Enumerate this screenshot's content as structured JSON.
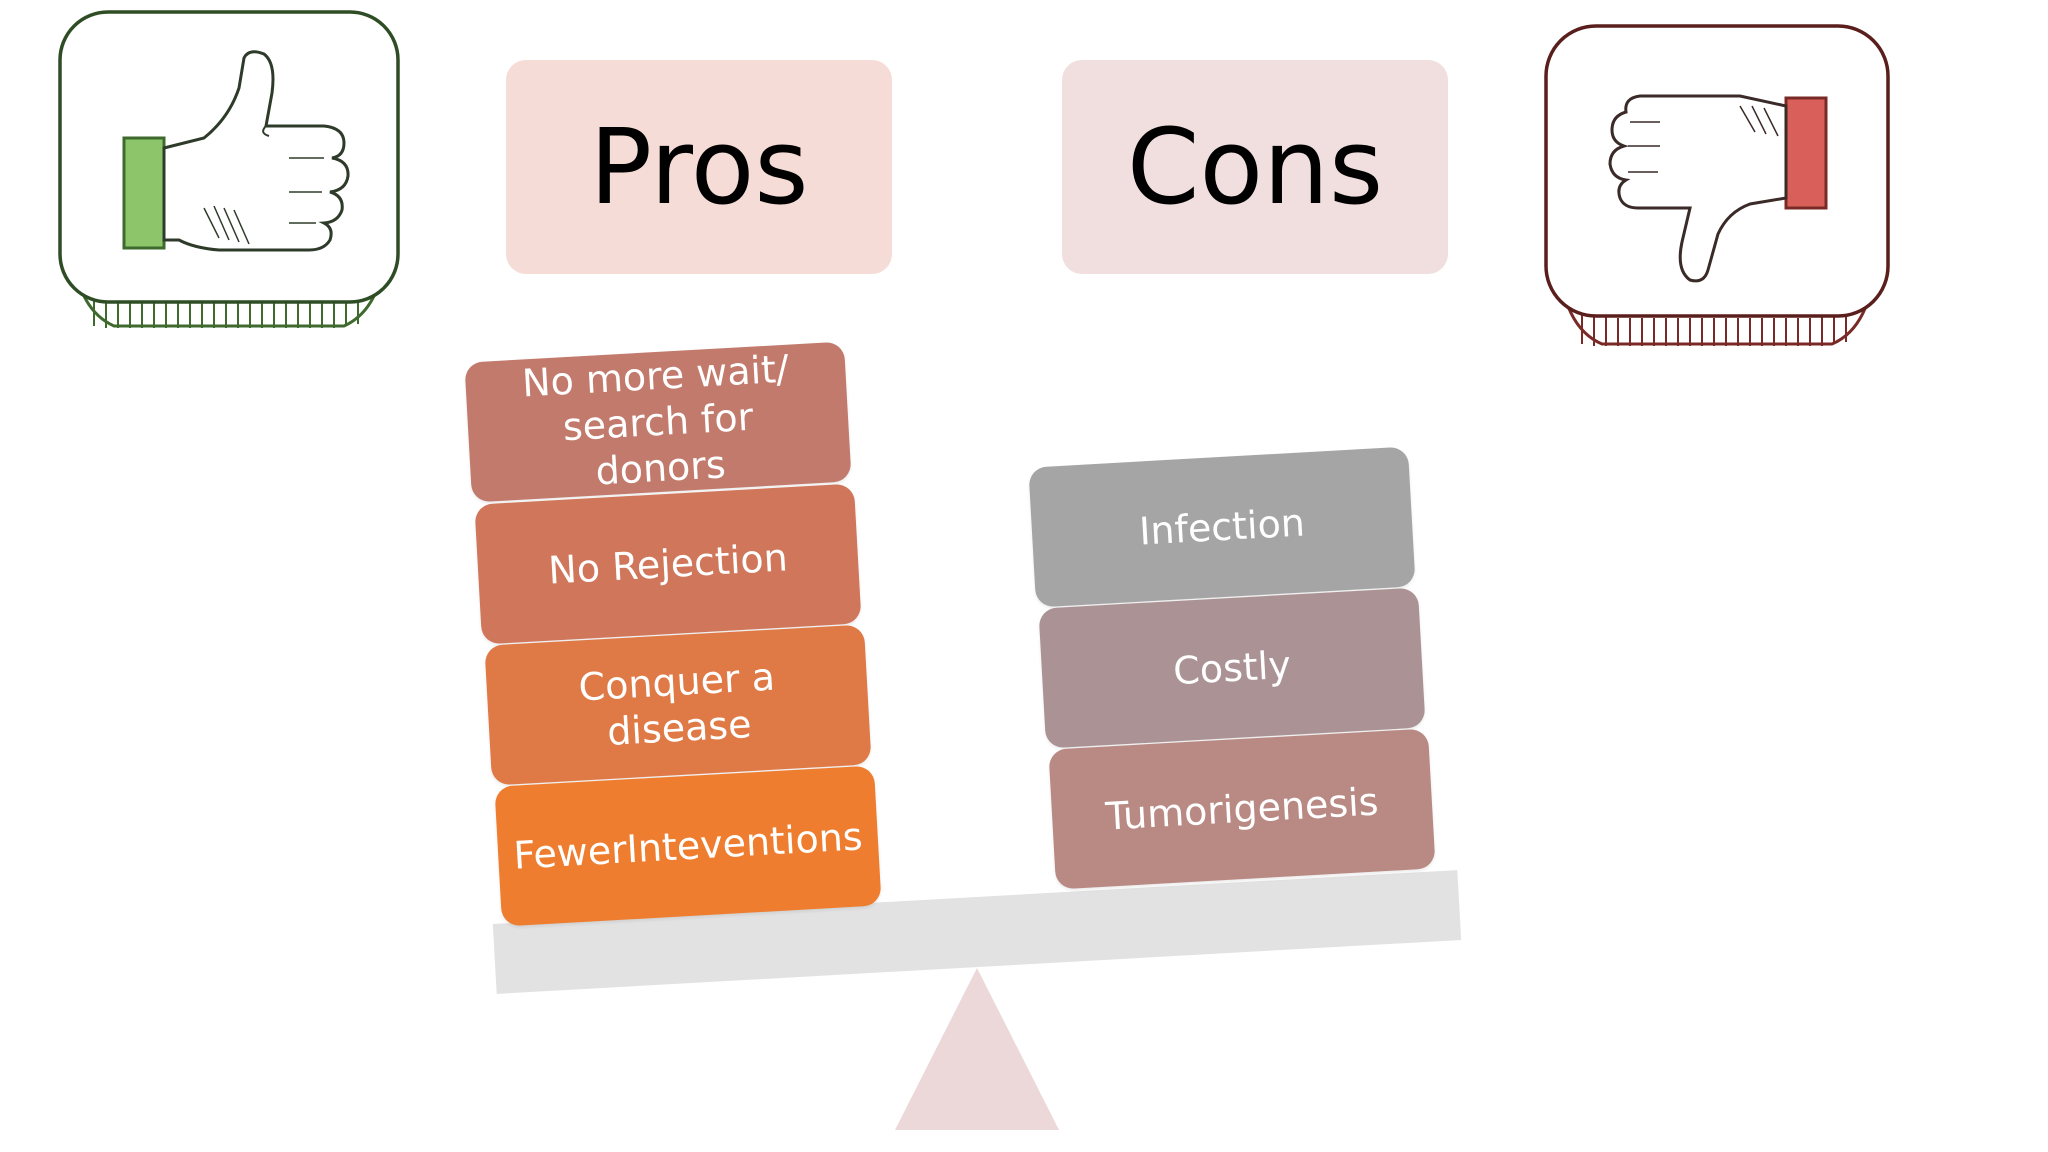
{
  "headers": {
    "pros": "Pros",
    "cons": "Cons"
  },
  "icons": {
    "left": "thumbs-up-icon",
    "right": "thumbs-down-icon"
  },
  "pros_items": [
    {
      "label": "No more wait/\nsearch for donors",
      "color": "#c27a6c"
    },
    {
      "label": "No Rejection",
      "color": "#d0765a"
    },
    {
      "label": "Conquer a disease",
      "color": "#df7a47"
    },
    {
      "label": "FewerInteventions",
      "color": "#ef7d2f"
    }
  ],
  "cons_items": [
    {
      "label": "Infection",
      "color": "#a6a5a6"
    },
    {
      "label": "Costly",
      "color": "#ab9395"
    },
    {
      "label": "Tumorigenesis",
      "color": "#b98a84"
    }
  ],
  "colors": {
    "pros_header_bg": "#f6dcd6",
    "cons_header_bg": "#f1dede",
    "beam": "#e3e2e3",
    "fulcrum": "#ecd7d9",
    "thumb_up_accent": "#8cc56a",
    "thumb_down_accent": "#d9605a"
  }
}
